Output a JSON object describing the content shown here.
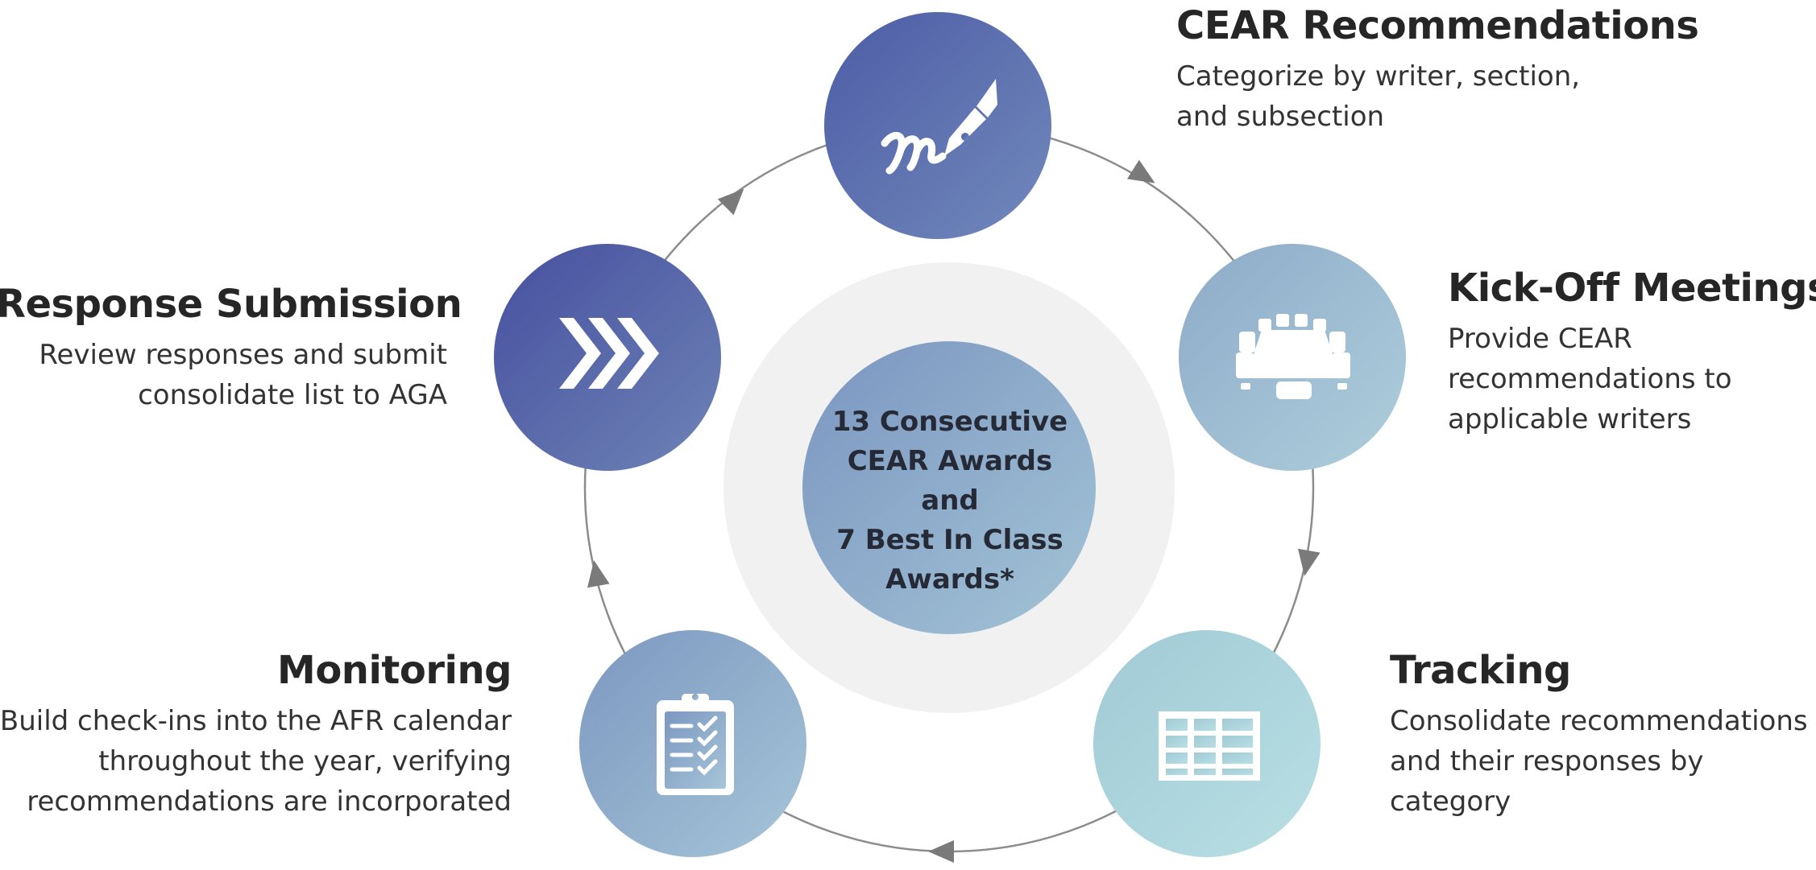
{
  "center": {
    "text": "13 Consecutive\nCEAR Awards\nand\n7 Best In Class\nAwards*"
  },
  "steps": [
    {
      "id": "cear-recommendations",
      "title": "CEAR Recommendations",
      "description": "Categorize by writer, section,\nand subsection",
      "icon": "fountain-pen-signature-icon"
    },
    {
      "id": "kick-off-meetings",
      "title": "Kick-Off Meetings",
      "description": "Provide CEAR\nrecommendations to\napplicable writers",
      "icon": "conference-table-icon"
    },
    {
      "id": "tracking",
      "title": "Tracking",
      "description": "Consolidate recommendations\nand their responses by\ncategory",
      "icon": "table-grid-icon"
    },
    {
      "id": "monitoring",
      "title": "Monitoring",
      "description": "Build check-ins into the AFR calendar\nthroughout the year, verifying\nrecommendations are incorporated",
      "icon": "clipboard-checklist-icon"
    },
    {
      "id": "response-submission",
      "title": "Response Submission",
      "description": "Review responses and submit\nconsolidate list to AGA",
      "icon": "triple-chevron-right-icon"
    }
  ],
  "colors": {
    "ring_line": "#8c8c8c",
    "arrow": "#7a7a7a",
    "halo": "#f1f1f1",
    "dark_blue": "#4f5ba4",
    "mid_blue": "#6f86b6",
    "light_blue": "#9cbad0",
    "teal": "#a8d3dc"
  }
}
